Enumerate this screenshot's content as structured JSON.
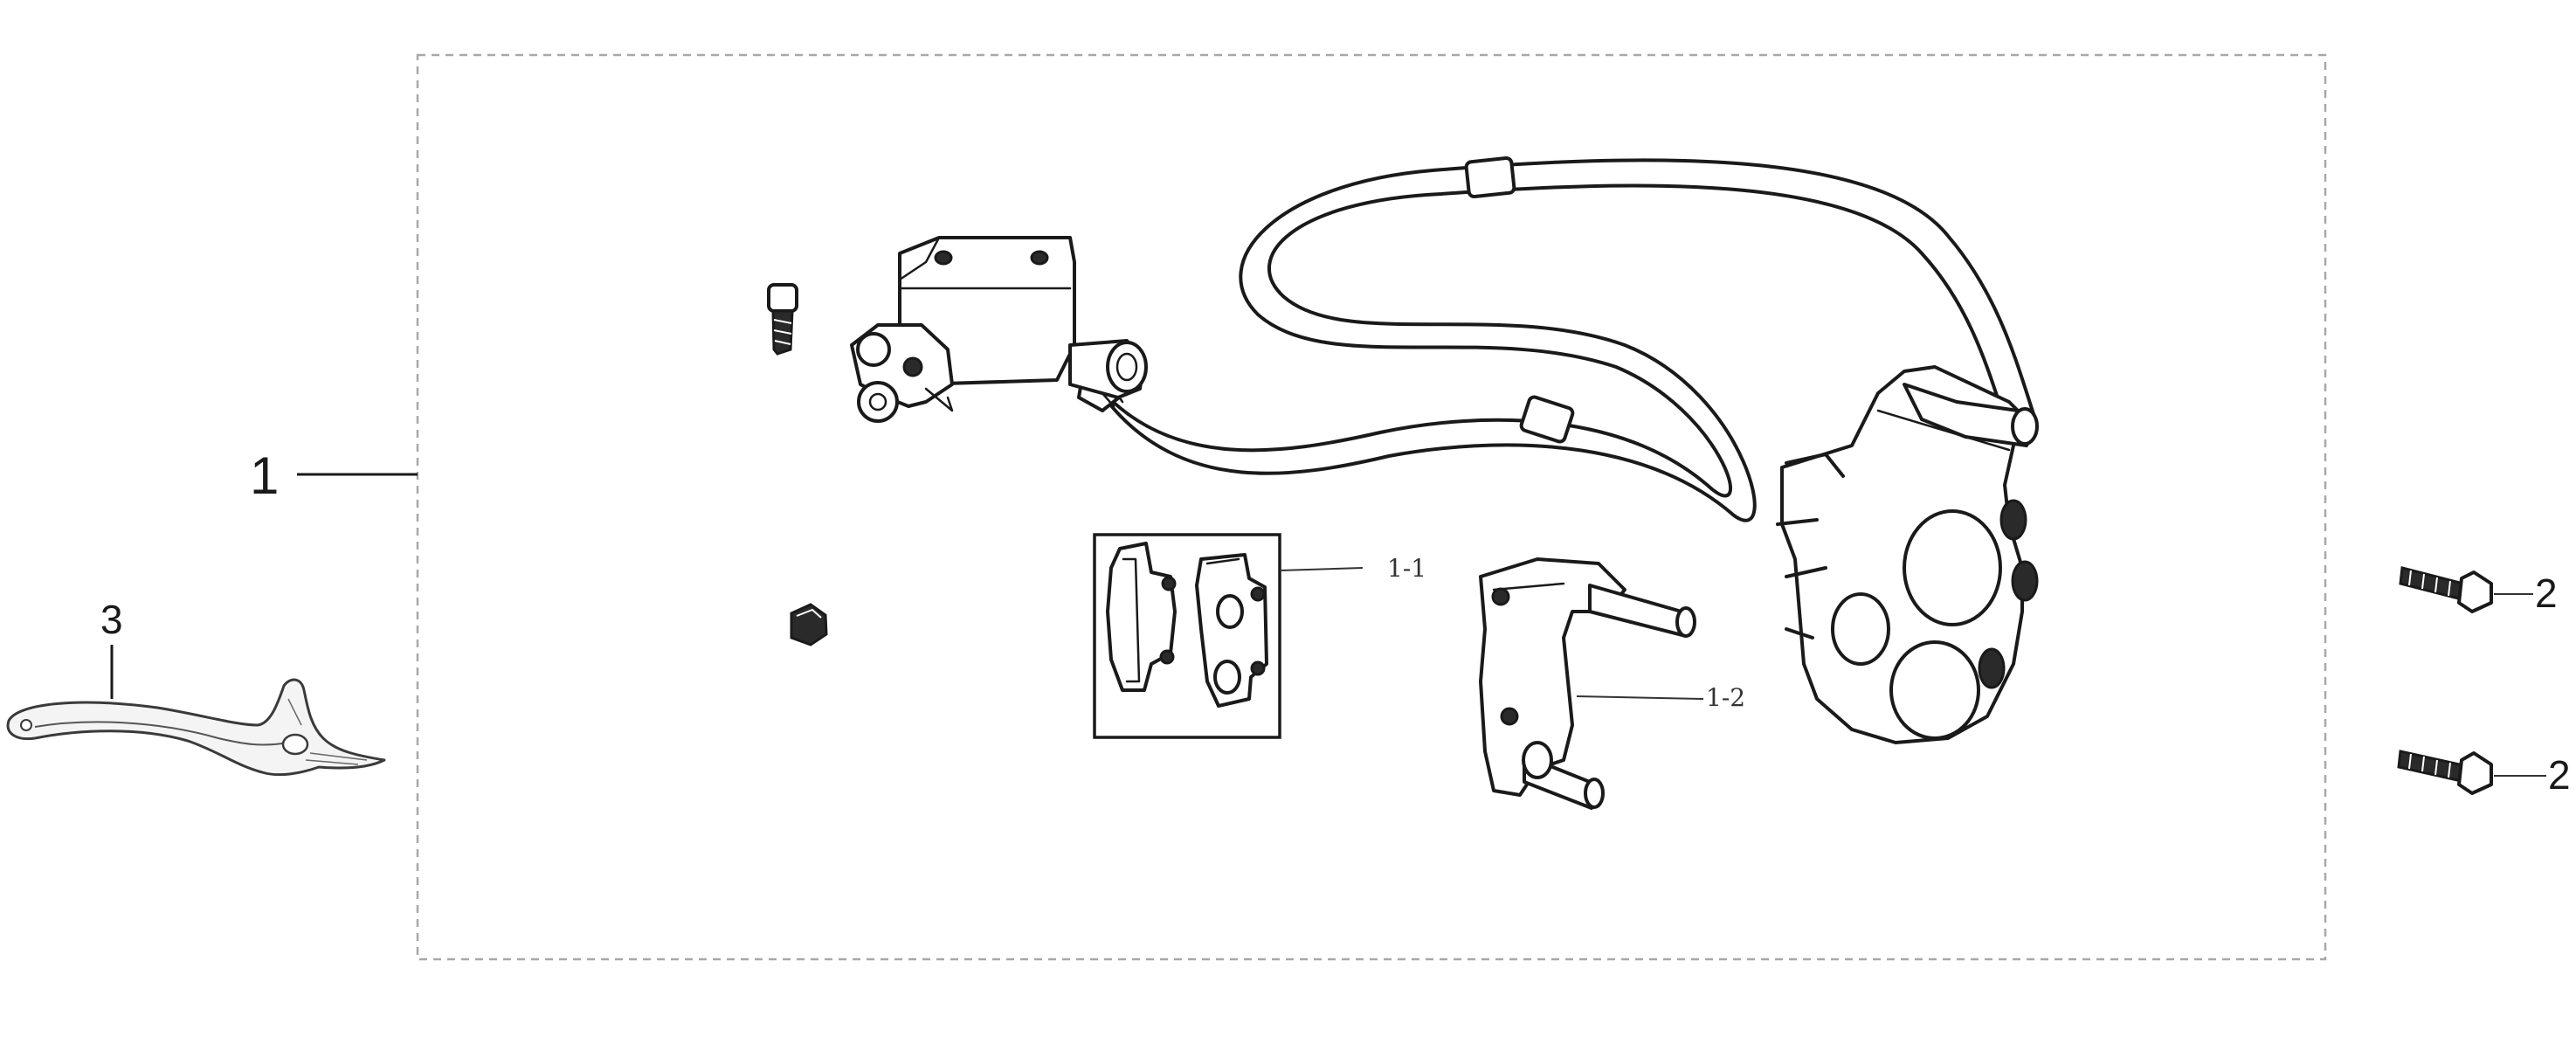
{
  "callouts": {
    "assembly": "1",
    "brake_pads": "1-1",
    "caliper_bracket": "1-2",
    "bolt_upper": "2",
    "bolt_lower": "2",
    "lever": "3"
  },
  "colors": {
    "ink": "#1a1a1a",
    "frame_dash": "#a8a8a8",
    "background": "#ffffff"
  }
}
